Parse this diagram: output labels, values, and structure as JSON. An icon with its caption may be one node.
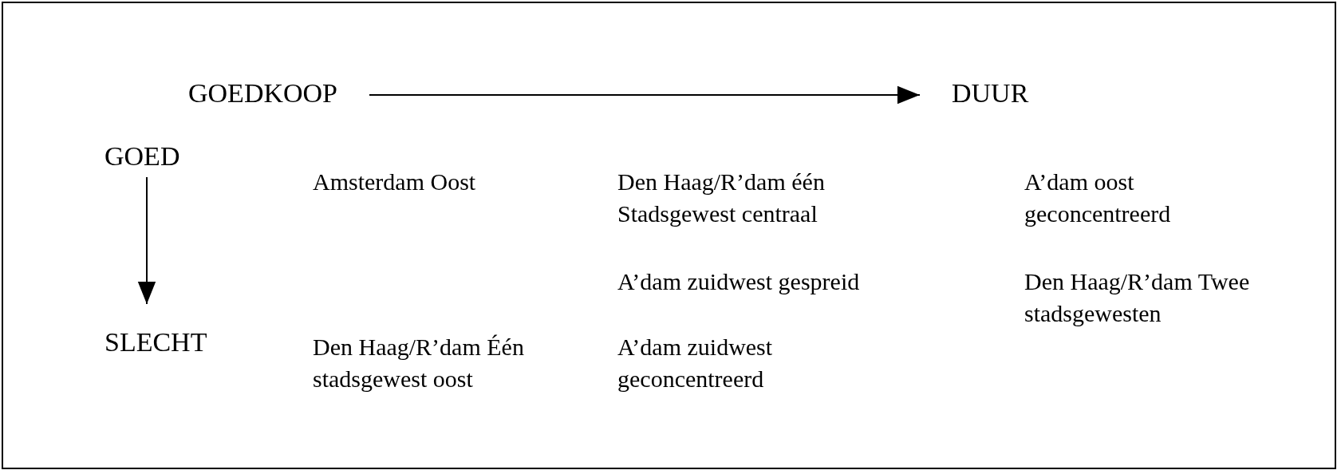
{
  "diagram": {
    "nodes": [
      {
        "text": [
          "GOEDKOOP"
        ]
      },
      {
        "text": [
          "DUUR"
        ]
      },
      {
        "text": [
          "GOED"
        ]
      },
      {
        "text": [
          "SLECHT"
        ]
      }
    ],
    "edges": [
      {
        "from": 0,
        "to": 1,
        "arrow": "to"
      },
      {
        "from": 2,
        "to": 3,
        "arrow": "to"
      }
    ],
    "labels": [
      "Amsterdam Oost",
      "Den Haag/R’dam één Stadsgewest centraal",
      "A’dam oost geconcentreerd",
      "A’dam zuidwest gespreid",
      "Den Haag/R’dam Twee stadsgewesten",
      "Den Haag/R’dam Één stadsgewest oost",
      "A’dam zuidwest geconcentreerd"
    ]
  }
}
